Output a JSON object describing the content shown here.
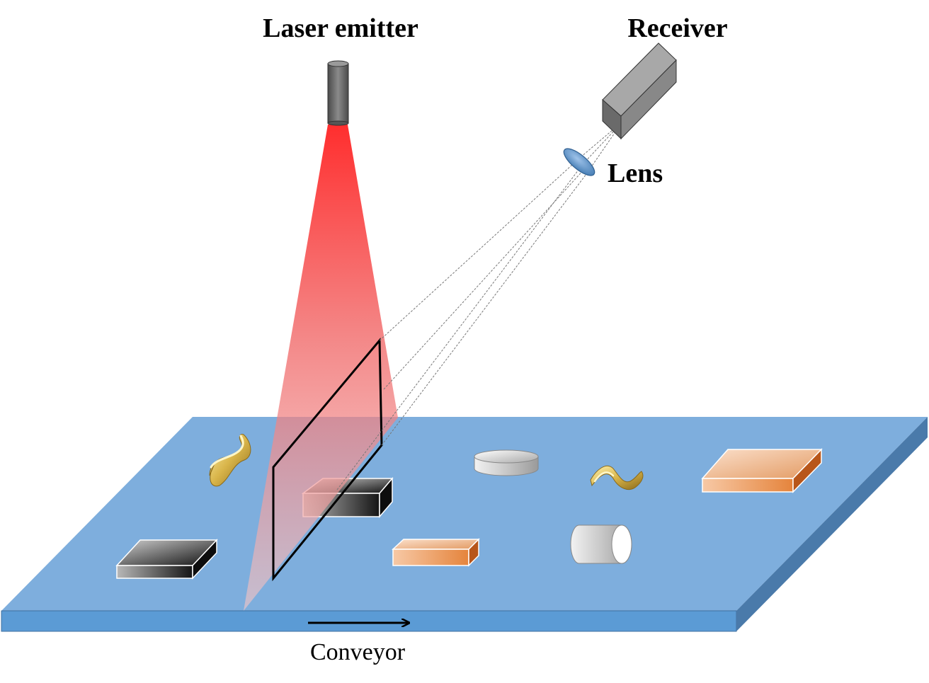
{
  "labels": {
    "laser": "Laser emitter",
    "receiver": "Receiver",
    "lens": "Lens",
    "conveyor": "Conveyor"
  },
  "colors": {
    "conveyor_top": "#7eaedd",
    "conveyor_front": "#5b9bd5",
    "conveyor_side": "#4a7aaa",
    "laser_beam": "#ff0000",
    "lens": "#5b8ec2",
    "receiver": "#808080",
    "emitter": "#707070",
    "copper": "#e2823a",
    "gold": "#c9a93a"
  }
}
